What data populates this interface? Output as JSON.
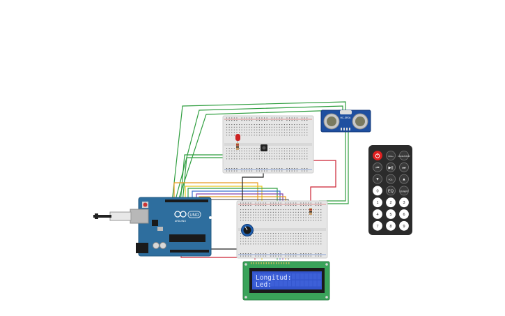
{
  "arduino": {
    "logo_text": "UNO",
    "brand_text": "ARDUINO"
  },
  "ultrasonic": {
    "model": "HC-SR04"
  },
  "lcd": {
    "line1": "Longitud:",
    "line2": "Led:"
  },
  "remote": {
    "keys": [
      [
        "power",
        "VOL+",
        "FUNC/STOP"
      ],
      [
        "⏮",
        "▶||",
        "⏭"
      ],
      [
        "▼",
        "VOL-",
        "▲"
      ],
      [
        "0",
        "EQ",
        "ST/REPT"
      ],
      [
        "1",
        "2",
        "3"
      ],
      [
        "4",
        "5",
        "6"
      ],
      [
        "7",
        "8",
        "9"
      ]
    ]
  },
  "colors": {
    "arduino_board": "#2e6e9e",
    "breadboard": "#e6e6e6",
    "lcd_screen": "#3355cc",
    "lcd_pcb": "#3aa35a",
    "sensor_pcb": "#1e4fa0",
    "remote_body": "#2b2b2b",
    "wire_green": "#2f9e3f",
    "wire_red": "#cc2233",
    "wire_orange": "#e89b1d",
    "wire_blue": "#3a6fd0",
    "wire_purple": "#8844aa",
    "wire_black": "#222222",
    "wire_yellow": "#e8c81d"
  }
}
